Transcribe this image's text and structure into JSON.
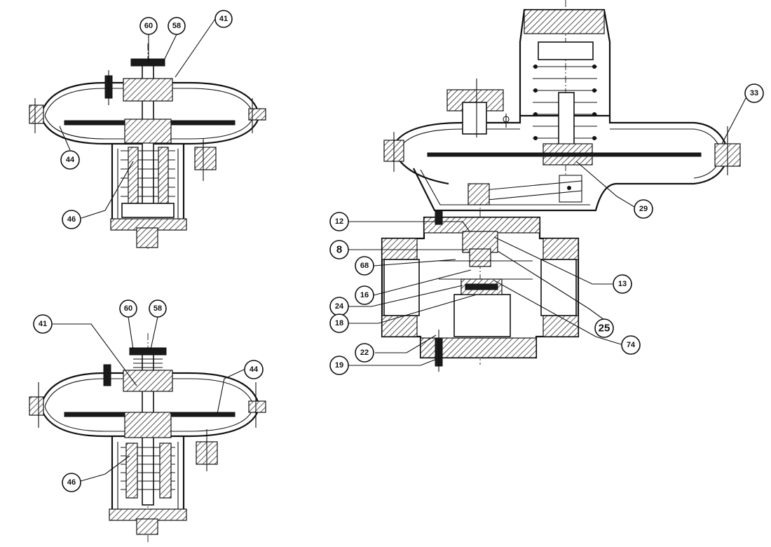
{
  "callouts": {
    "top_left": [
      {
        "id": "tl-60",
        "label": "60"
      },
      {
        "id": "tl-58",
        "label": "58"
      },
      {
        "id": "tl-41",
        "label": "41"
      },
      {
        "id": "tl-44",
        "label": "44"
      },
      {
        "id": "tl-46",
        "label": "46"
      }
    ],
    "bottom_left": [
      {
        "id": "bl-60",
        "label": "60"
      },
      {
        "id": "bl-58",
        "label": "58"
      },
      {
        "id": "bl-41",
        "label": "41"
      },
      {
        "id": "bl-44",
        "label": "44"
      },
      {
        "id": "bl-46",
        "label": "46"
      }
    ],
    "main": [
      {
        "id": "m-33",
        "label": "33"
      },
      {
        "id": "m-29",
        "label": "29"
      },
      {
        "id": "m-12",
        "label": "12"
      },
      {
        "id": "m-8",
        "label": "8"
      },
      {
        "id": "m-68",
        "label": "68"
      },
      {
        "id": "m-16",
        "label": "16"
      },
      {
        "id": "m-13",
        "label": "13"
      },
      {
        "id": "m-24",
        "label": "24"
      },
      {
        "id": "m-25",
        "label": "25"
      },
      {
        "id": "m-18",
        "label": "18"
      },
      {
        "id": "m-74",
        "label": "74"
      },
      {
        "id": "m-22",
        "label": "22"
      },
      {
        "id": "m-19",
        "label": "19"
      }
    ]
  }
}
